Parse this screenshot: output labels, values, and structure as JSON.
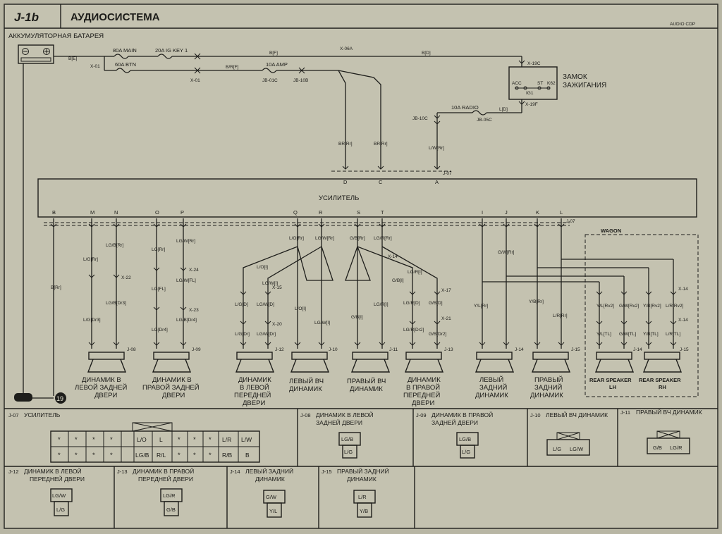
{
  "header": {
    "code": "J-1b",
    "title": "АУДИОСИСТЕМА",
    "corner": "AUDIO CDP"
  },
  "battery": {
    "label": "АККУМУЛЯТОРНАЯ БАТАРЕЯ",
    "wire": "B[E]"
  },
  "fuses": {
    "main": "80A MAIN",
    "btn": "60A BTN",
    "ig_key": "20A IG KEY 1",
    "amp": "10A AMP",
    "radio": "10A RADIO"
  },
  "connectors_top": {
    "x01a": "X-01",
    "x01b": "X-01",
    "x06a": "X-06A",
    "jb01c": "JB-01C",
    "jb10b": "JB-10B",
    "x19c": "X-19C",
    "x19f": "X-19F",
    "jb10c": "JB-10C",
    "jb05c": "JB-05C",
    "j07": "J-07",
    "j07b": "J-07"
  },
  "wires_top": {
    "bf": "B[F]",
    "bd": "B[D]",
    "brf": "B/R[F]",
    "ld": "L[D]",
    "lwrr": "L/W[Rr]",
    "brrr1": "BR[Rr]",
    "brrr2": "BR[Rr]"
  },
  "ignition": {
    "label1": "ЗАМОК",
    "label2": "ЗАЖИГАНИЯ",
    "acc": "ACC",
    "ig1": "IG1",
    "st": "ST",
    "k62": "K62"
  },
  "amp_pins_top": [
    "D",
    "C",
    "A"
  ],
  "amplifier": {
    "label": "УСИЛИТЕЛЬ"
  },
  "amp_pins_bottom": [
    "B",
    "M",
    "N",
    "O",
    "P",
    "Q",
    "R",
    "S",
    "T",
    "I",
    "J",
    "K",
    "L"
  ],
  "wagon": "WAGON",
  "wires_mid": {
    "brrr": "B[Rr]",
    "lgbrr": "LG/B[Rr]",
    "lgrr": "LG[Rr]",
    "lgwrr": "LG/W[Rr]",
    "lorr": "L/O[Rr]",
    "lgwrr2": "LG/W[Rr]",
    "gbrr": "G/B[Rr]",
    "lgrrr": "LG/R[Rr]",
    "gwrr": "G/W[Rr]",
    "ylrr": "Y/L[Rr]",
    "ybrr": "Y/B[Rr]",
    "lrrr": "L/R[Rr]",
    "lgrr2": "L/G[Rr]",
    "lgbdr3": "LG/B[Dr3]",
    "lgdr3": "L/G[Dr3]",
    "lgfl": "LG[FL]",
    "lgwfl": "LG/W[FL]",
    "lgdr4": "LG[Dr4]",
    "lgbdr4": "LG/B[Dr4]",
    "loi": "L/O[I]",
    "lgwi": "LG/W[I]",
    "loi2": "L/O[I]",
    "lgwi2": "LG/W[I]",
    "lgd": "L/G[D]",
    "lgwd": "LG/W[D]",
    "lgdr": "L/G[Dr]",
    "lgwdr": "LG/W[Dr]",
    "gbi": "G/B[I]",
    "lgri": "LG/R[I]",
    "gbi2": "G/B[I]",
    "lgri2": "LG/R[I]",
    "lgrd": "LG/R[D]",
    "gbd": "G/B[D]",
    "lgrdr2": "LG/R[Dr2]",
    "gbdr2": "G/B[Dr2]",
    "ylrv2": "Y/L[Rv2]",
    "gwrv2": "G/W[Rv2]",
    "ybrv2": "Y/B[Rv2]",
    "lrrv2": "L/R[Rv2]",
    "yltl": "Y/L[TL]",
    "gwtl": "G/W[TL]",
    "ybtl": "Y/B[TL]",
    "lrtl": "L/R[TL]"
  },
  "splice_labels": {
    "x22": "X-22",
    "x24": "X-24",
    "x23": "X-23",
    "x15": "X-15",
    "x20": "X-20",
    "x14a": "X-14",
    "x17": "X-17",
    "x21": "X-21",
    "x14b": "X-14",
    "x14c": "X-14",
    "x07": "J-07"
  },
  "speakers": [
    {
      "code": "J-08",
      "l1": "ДИНАМИК В",
      "l2": "ЛЕВОЙ ЗАДНЕЙ",
      "l3": "ДВЕРИ",
      "l4": ""
    },
    {
      "code": "J-09",
      "l1": "ДИНАМИК В",
      "l2": "ПРАВОЙ ЗАДНЕЙ",
      "l3": "ДВЕРИ",
      "l4": ""
    },
    {
      "code": "J-12",
      "l1": "ДИНАМИК",
      "l2": "В ЛЕВОЙ",
      "l3": "ПЕРЕДНЕЙ",
      "l4": "ДВЕРИ"
    },
    {
      "code": "J-10",
      "l1": "ЛЕВЫЙ ВЧ",
      "l2": "ДИНАМИК",
      "l3": "",
      "l4": ""
    },
    {
      "code": "J-11",
      "l1": "ПРАВЫЙ ВЧ",
      "l2": "ДИНАМИК",
      "l3": "",
      "l4": ""
    },
    {
      "code": "J-13",
      "l1": "ДИНАМИК",
      "l2": "В ПРАВОЙ",
      "l3": "ПЕРЕДНЕЙ",
      "l4": "ДВЕРИ"
    },
    {
      "code": "J-14",
      "l1": "ЛЕВЫЙ",
      "l2": "ЗАДНИЙ",
      "l3": "ДИНАМИК",
      "l4": ""
    },
    {
      "code": "J-15",
      "l1": "ПРАВЫЙ",
      "l2": "ЗАДНИЙ",
      "l3": "ДИНАМИК",
      "l4": ""
    },
    {
      "code": "J-14",
      "l1": "REAR SPEAKER",
      "l2": "LH",
      "l3": "",
      "l4": ""
    },
    {
      "code": "J-15",
      "l1": "REAR SPEAKER",
      "l2": "RH",
      "l3": "",
      "l4": ""
    }
  ],
  "ground": "19",
  "legend": {
    "j07": {
      "code": "J-07",
      "title": "УСИЛИТЕЛЬ",
      "pins_top": [
        "L/O",
        "L",
        "L/R",
        "L/W"
      ],
      "pins_bot": [
        "LG/B",
        "R/L",
        "R/B",
        "B"
      ]
    },
    "j08": {
      "code": "J-08",
      "t1": "ДИНАМИК В ЛЕВОЙ",
      "t2": "ЗАДНЕЙ ДВЕРИ",
      "top": "LG/B",
      "bot": "L/G"
    },
    "j09": {
      "code": "J-09",
      "t1": "ДИНАМИК В ПРАВОЙ",
      "t2": "ЗАДНЕЙ ДВЕРИ",
      "top": "LG/B",
      "bot": "L/G"
    },
    "j10": {
      "code": "J-10",
      "t1": "ЛЕВЫЙ ВЧ ДИНАМИК",
      "p1": "L/G",
      "p2": "LG/W"
    },
    "j11": {
      "code": "J-11",
      "t1": "ПРАВЫЙ ВЧ ДИНАМИК",
      "p1": "G/B",
      "p2": "LG/R"
    },
    "j12": {
      "code": "J-12",
      "t1": "ДИНАМИК В ЛЕВОЙ",
      "t2": "ПЕРЕДНЕЙ ДВЕРИ",
      "top": "LG/W",
      "bot": "L/G"
    },
    "j13": {
      "code": "J-13",
      "t1": "ДИНАМИК В ПРАВОЙ",
      "t2": "ПЕРЕДНЕЙ ДВЕРИ",
      "top": "LG/R",
      "bot": "G/B"
    },
    "j14": {
      "code": "J-14",
      "t1": "ЛЕВЫЙ ЗАДНИЙ",
      "t2": "ДИНАМИК",
      "top": "G/W",
      "bot": "Y/L"
    },
    "j15": {
      "code": "J-15",
      "t1": "ПРАВЫЙ ЗАДНИЙ",
      "t2": "ДИНАМИК",
      "top": "L/R",
      "bot": "Y/B"
    }
  }
}
